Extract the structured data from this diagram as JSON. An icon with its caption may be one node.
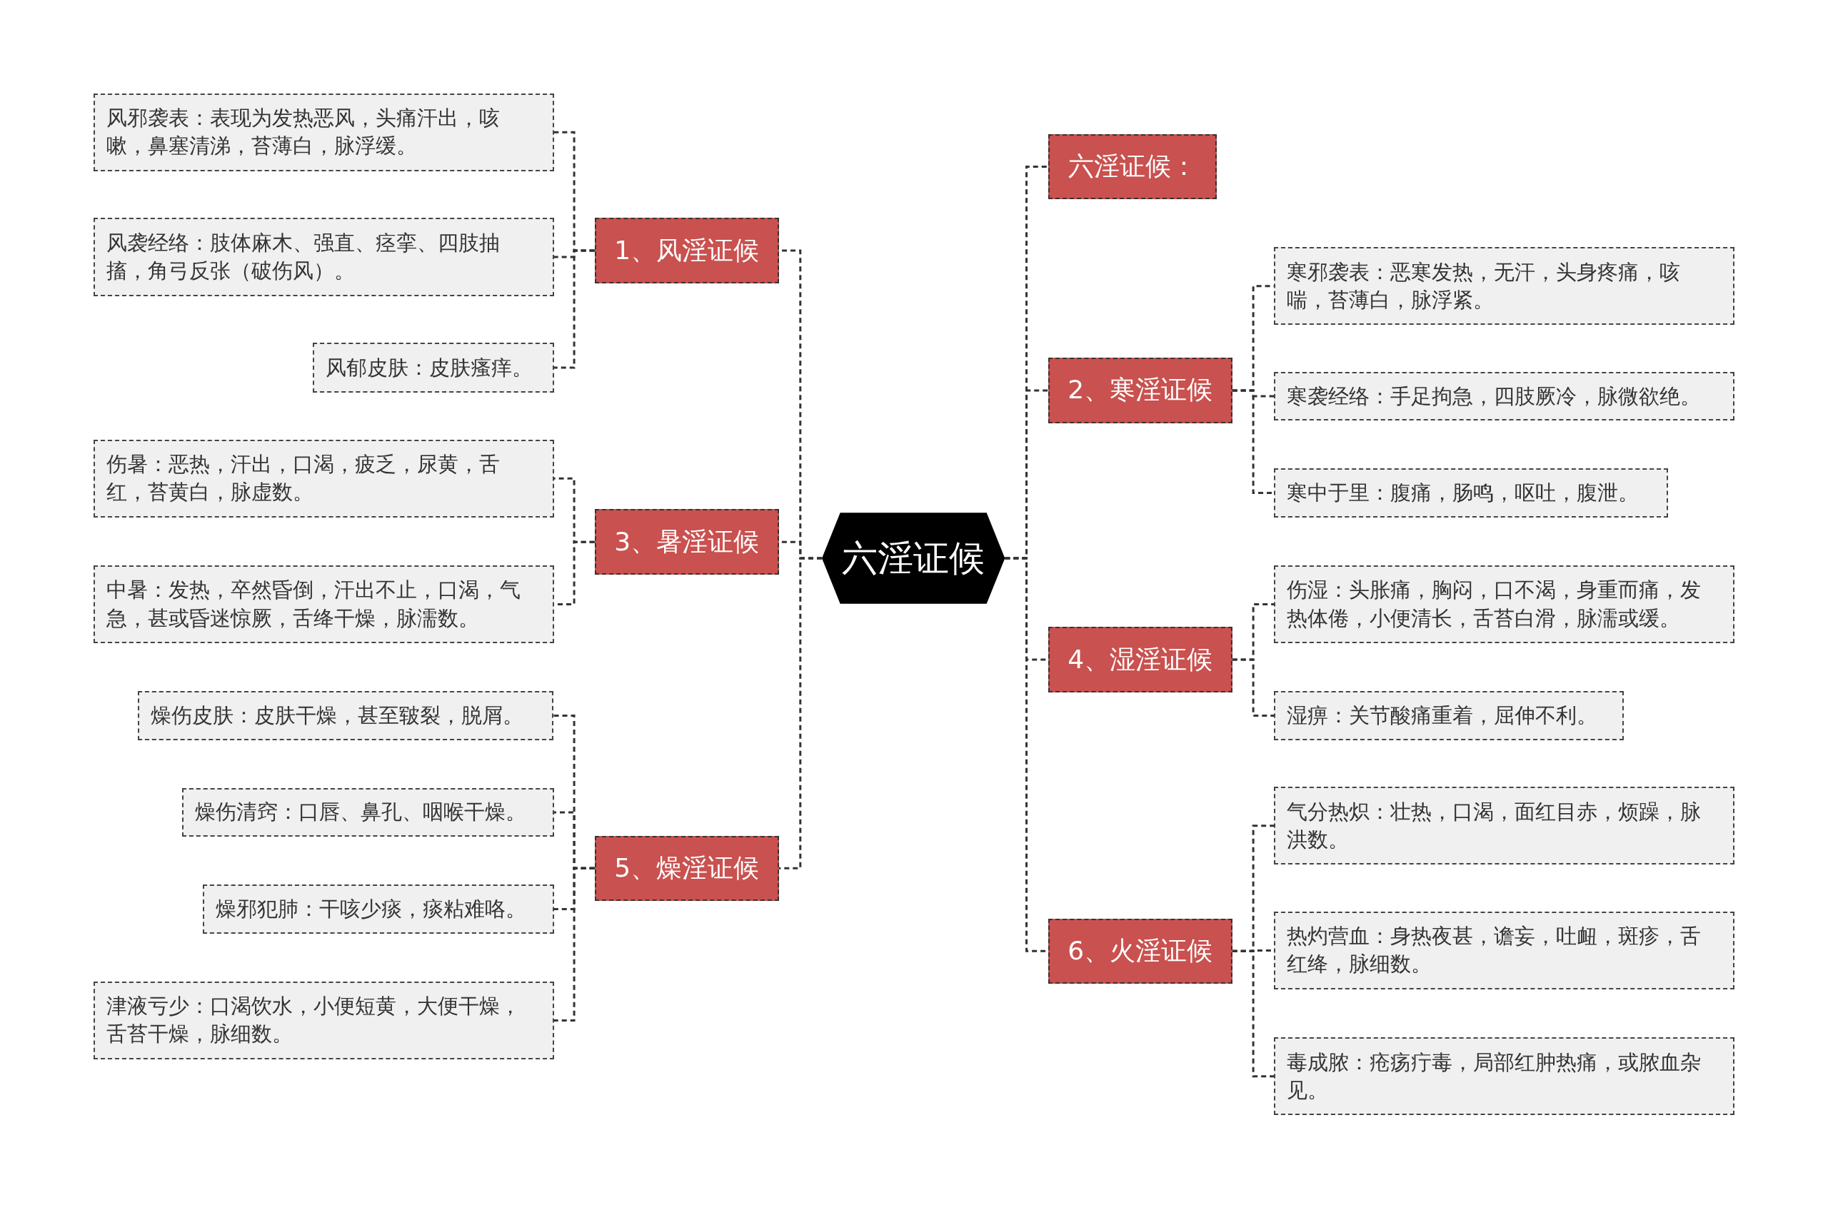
{
  "diagram": {
    "nodes": [
      {
        "text": [
          "六淫证候"
        ]
      },
      {
        "text": [
          "六淫证候："
        ]
      },
      {
        "text": [
          "1、风淫证候"
        ]
      },
      {
        "text": [
          "风邪袭表：表现为发热恶风，头痛汗出，咳嗽，鼻塞清涕，苔薄白，脉浮缓。"
        ]
      },
      {
        "text": [
          "风袭经络：肢体麻木、强直、痉挛、四肢抽搐，角弓反张（破伤风）。"
        ]
      },
      {
        "text": [
          "风郁皮肤：皮肤瘙痒。"
        ]
      },
      {
        "text": [
          "3、暑淫证候"
        ]
      },
      {
        "text": [
          "伤暑：恶热，汗出，口渴，疲乏，尿黄，舌红，苔黄白，脉虚数。"
        ]
      },
      {
        "text": [
          "中暑：发热，卒然昏倒，汗出不止，口渴，气急，甚或昏迷惊厥，舌绛干燥，脉濡数。"
        ]
      },
      {
        "text": [
          "5、燥淫证候"
        ]
      },
      {
        "text": [
          "燥伤皮肤：皮肤干燥，甚至皲裂，脱屑。"
        ]
      },
      {
        "text": [
          "燥伤清窍：口唇、鼻孔、咽喉干燥。"
        ]
      },
      {
        "text": [
          "燥邪犯肺：干咳少痰，痰粘难咯。"
        ]
      },
      {
        "text": [
          "津液亏少：口渴饮水，小便短黄，大便干燥，舌苔干燥，脉细数。"
        ]
      },
      {
        "text": [
          "2、寒淫证候"
        ]
      },
      {
        "text": [
          "寒邪袭表：恶寒发热，无汗，头身疼痛，咳喘，苔薄白，脉浮紧。"
        ]
      },
      {
        "text": [
          "寒袭经络：手足拘急，四肢厥冷，脉微欲绝。"
        ]
      },
      {
        "text": [
          "寒中于里：腹痛，肠鸣，呕吐，腹泄。"
        ]
      },
      {
        "text": [
          "4、湿淫证候"
        ]
      },
      {
        "text": [
          "伤湿：头胀痛，胸闷，口不渴，身重而痛，发热体倦，小便清长，舌苔白滑，脉濡或缓。"
        ]
      },
      {
        "text": [
          "湿痹：关节酸痛重着，屈伸不利。"
        ]
      },
      {
        "text": [
          "6、火淫证候"
        ]
      },
      {
        "text": [
          "气分热炽：壮热，口渴，面红目赤，烦躁，脉洪数。"
        ]
      },
      {
        "text": [
          "热灼营血：身热夜甚，谵妄，吐衄，斑疹，舌红绛，脉细数。"
        ]
      },
      {
        "text": [
          "毒成脓：疮疡疔毒，局部红肿热痛，或脓血杂见。"
        ]
      }
    ],
    "edges": [
      {
        "from": 0,
        "to": 1,
        "arrow": "none"
      },
      {
        "from": 0,
        "to": 2,
        "arrow": "none"
      },
      {
        "from": 2,
        "to": 3,
        "arrow": "none"
      },
      {
        "from": 2,
        "to": 4,
        "arrow": "none"
      },
      {
        "from": 2,
        "to": 5,
        "arrow": "none"
      },
      {
        "from": 0,
        "to": 6,
        "arrow": "none"
      },
      {
        "from": 6,
        "to": 7,
        "arrow": "none"
      },
      {
        "from": 6,
        "to": 8,
        "arrow": "none"
      },
      {
        "from": 0,
        "to": 9,
        "arrow": "none"
      },
      {
        "from": 9,
        "to": 10,
        "arrow": "none"
      },
      {
        "from": 9,
        "to": 11,
        "arrow": "none"
      },
      {
        "from": 9,
        "to": 12,
        "arrow": "none"
      },
      {
        "from": 9,
        "to": 13,
        "arrow": "none"
      },
      {
        "from": 0,
        "to": 14,
        "arrow": "none"
      },
      {
        "from": 14,
        "to": 15,
        "arrow": "none"
      },
      {
        "from": 14,
        "to": 16,
        "arrow": "none"
      },
      {
        "from": 14,
        "to": 17,
        "arrow": "none"
      },
      {
        "from": 0,
        "to": 18,
        "arrow": "none"
      },
      {
        "from": 18,
        "to": 19,
        "arrow": "none"
      },
      {
        "from": 18,
        "to": 20,
        "arrow": "none"
      },
      {
        "from": 0,
        "to": 21,
        "arrow": "none"
      },
      {
        "from": 21,
        "to": 22,
        "arrow": "none"
      },
      {
        "from": 21,
        "to": 23,
        "arrow": "none"
      },
      {
        "from": 21,
        "to": 24,
        "arrow": "none"
      }
    ]
  }
}
